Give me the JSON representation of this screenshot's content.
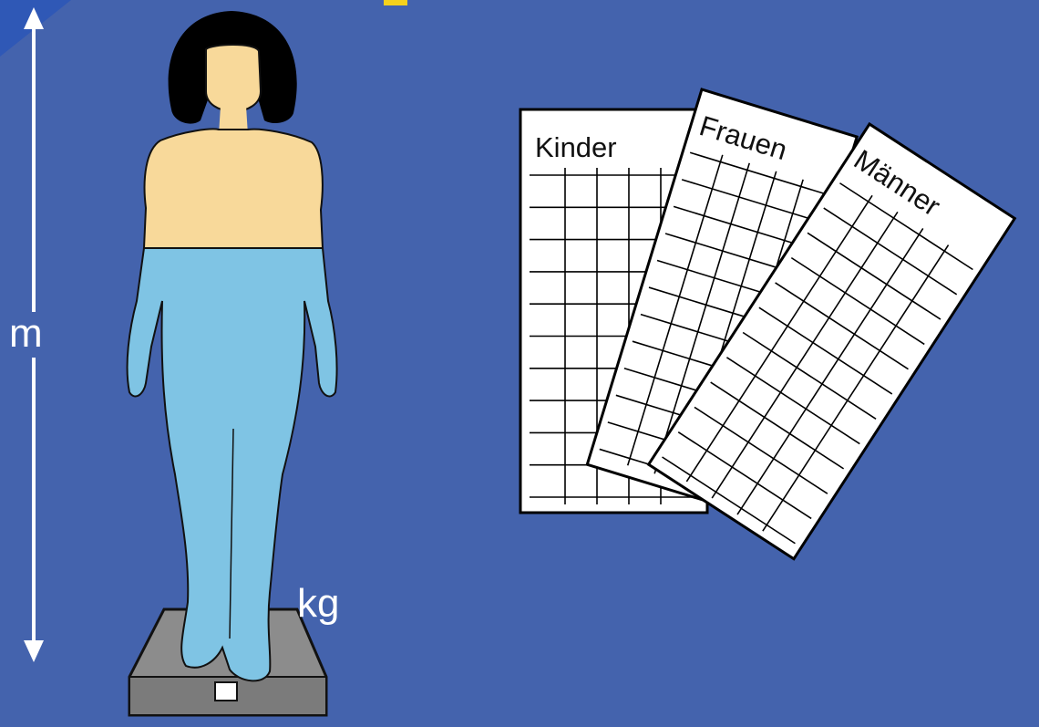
{
  "labels": {
    "height_unit": "m",
    "weight_unit": "kg"
  },
  "sheets": [
    {
      "title": "Kinder"
    },
    {
      "title": "Frauen"
    },
    {
      "title": "Männer"
    }
  ],
  "colors": {
    "background": "#4463ad",
    "skin": "#f8d99a",
    "clothing": "#7fc4e4",
    "hair": "#000000",
    "scale": "#8a8a8a",
    "arrow": "#ffffff",
    "accent": "#f6d21c"
  }
}
